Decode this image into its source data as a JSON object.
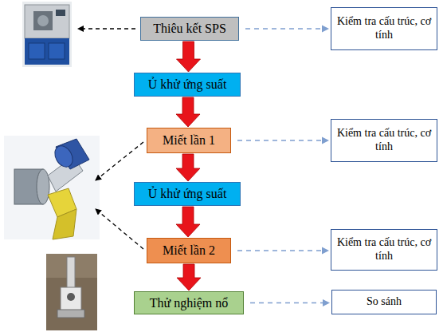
{
  "diagram": {
    "nodes": [
      {
        "text": [
          "Thiêu kết SPS"
        ]
      },
      {
        "text": [
          "Kiểm tra cấu trúc, cơ tính"
        ]
      },
      {
        "text": [
          "Ủ khử ứng suất"
        ]
      },
      {
        "text": [
          "Miết lần 1"
        ]
      },
      {
        "text": [
          "Kiểm tra cấu trúc, cơ tính"
        ]
      },
      {
        "text": [
          "Ủ khử ứng suất"
        ]
      },
      {
        "text": [
          "Miết lần 2"
        ]
      },
      {
        "text": [
          "Kiểm tra cấu trúc, cơ tính"
        ]
      },
      {
        "text": [
          "Thử nghiệm nổ"
        ]
      },
      {
        "text": [
          "So sánh"
        ]
      }
    ],
    "edges": [
      {
        "from": 0,
        "to": 2,
        "arrow": "to"
      },
      {
        "from": 2,
        "to": 3,
        "arrow": "to"
      },
      {
        "from": 3,
        "to": 5,
        "arrow": "to"
      },
      {
        "from": 5,
        "to": 6,
        "arrow": "to"
      },
      {
        "from": 6,
        "to": 8,
        "arrow": "to"
      },
      {
        "from": 0,
        "to": 1,
        "arrow": "to"
      },
      {
        "from": 3,
        "to": 4,
        "arrow": "to"
      },
      {
        "from": 6,
        "to": 7,
        "arrow": "to"
      },
      {
        "from": 8,
        "to": 9,
        "arrow": "to"
      }
    ]
  }
}
